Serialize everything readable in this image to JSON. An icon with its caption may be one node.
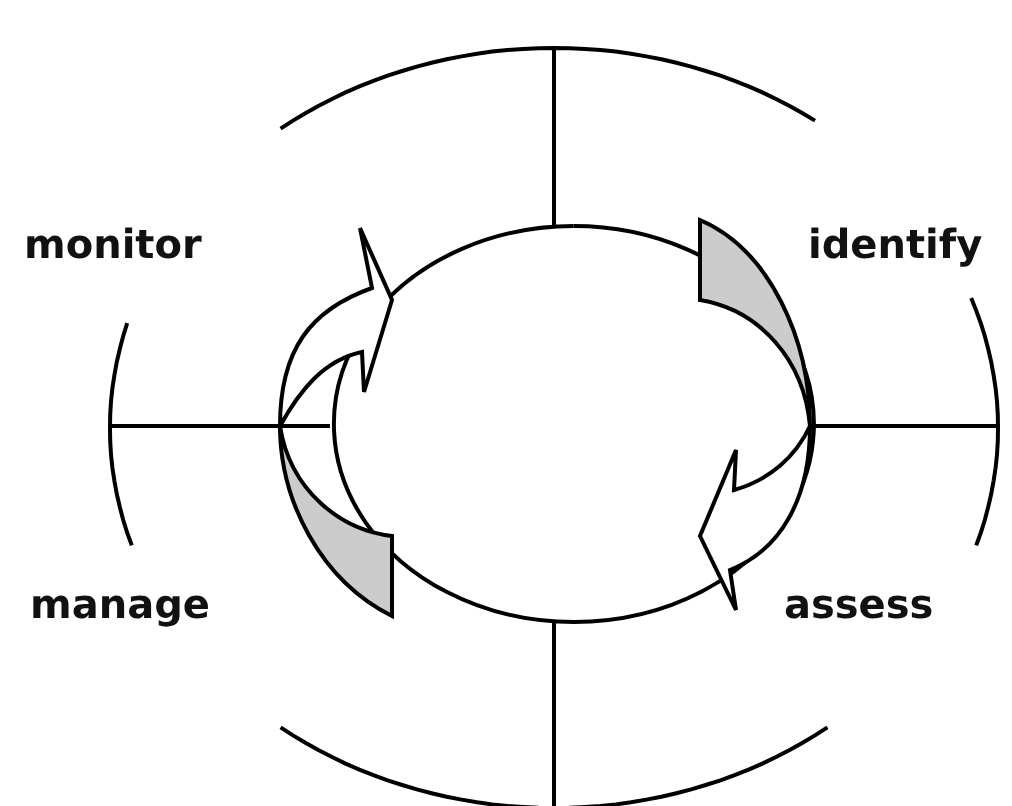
{
  "diagram": {
    "labels": [
      "monitor",
      "identify",
      "manage",
      "assess"
    ]
  }
}
